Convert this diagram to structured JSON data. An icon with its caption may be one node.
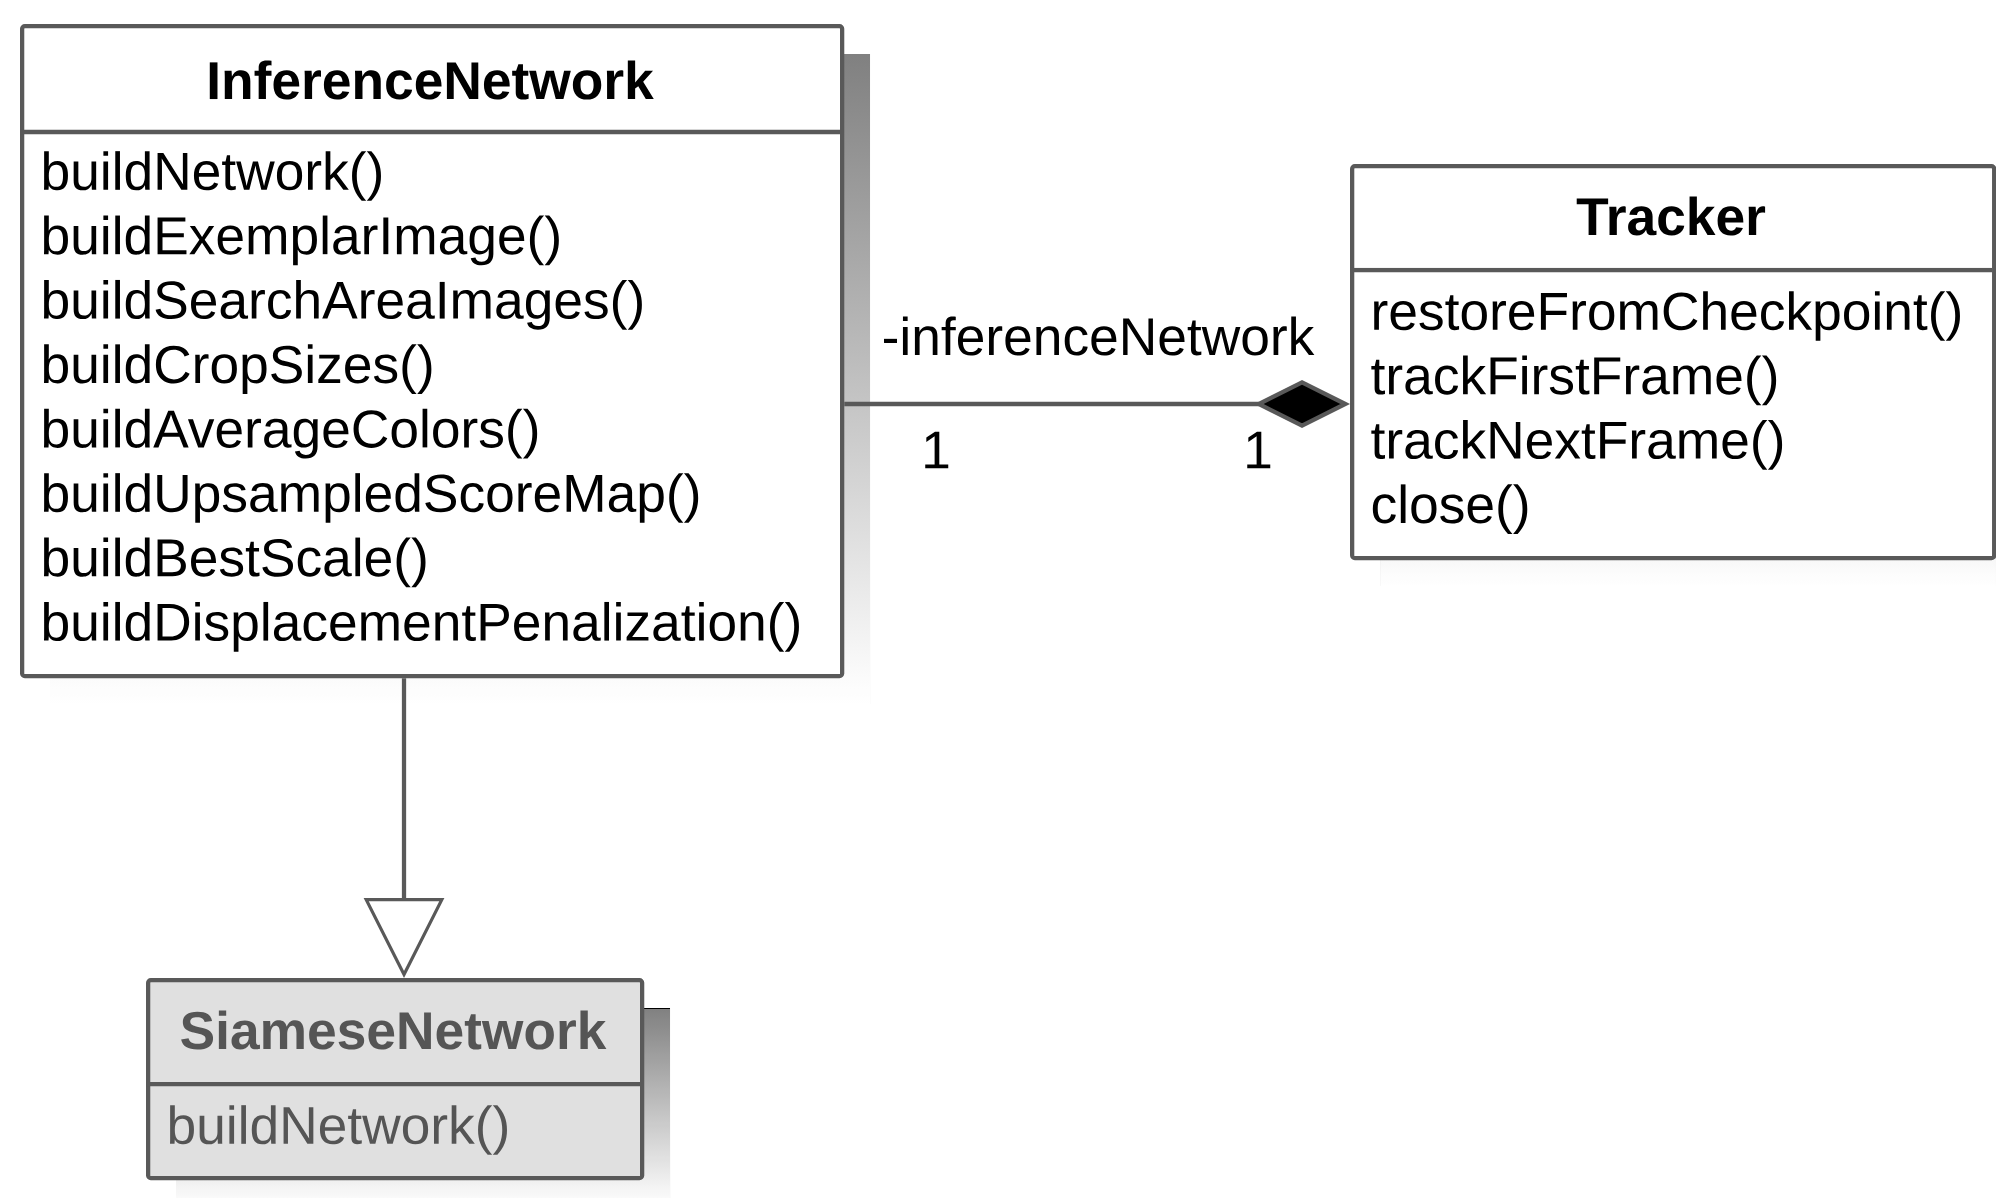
{
  "diagram": {
    "nodes": [
      {
        "text": [
          "InferenceNetwork",
          "buildNetwork()",
          "buildExemplarImage()",
          "buildSearchAreaImages()",
          "buildCropSizes()",
          "buildAverageColors()",
          "buildUpsampledScoreMap()",
          "buildBestScale()",
          "buildDisplacementPenalization()"
        ]
      },
      {
        "text": [
          "Tracker",
          "restoreFromCheckpoint()",
          "trackFirstFrame()",
          "trackNextFrame()",
          "close()"
        ]
      },
      {
        "text": [
          "SiameseNetwork",
          "buildNetwork()"
        ]
      }
    ],
    "edges": [
      {
        "from": 0,
        "to": 1,
        "arrow": "other",
        "label": "-inferenceNetwork"
      },
      {
        "from": 0,
        "to": 2,
        "arrow": "to"
      }
    ],
    "labels": [
      "1",
      "1"
    ]
  }
}
